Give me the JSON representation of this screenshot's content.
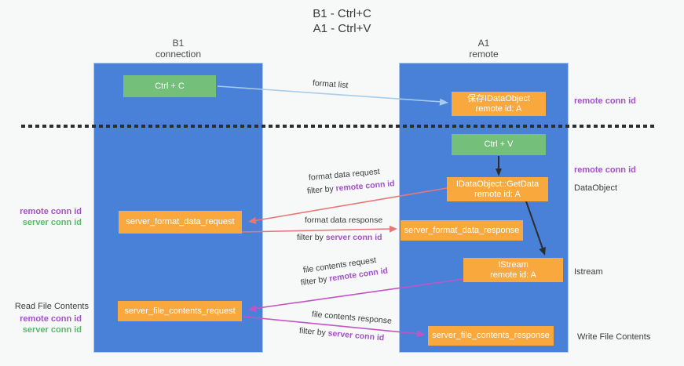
{
  "title": {
    "lines": [
      "B1 - Ctrl+C",
      "A1 - Ctrl+V"
    ]
  },
  "lanes": {
    "left": {
      "name": "B1",
      "role": "connection"
    },
    "right": {
      "name": "A1",
      "role": "remote"
    }
  },
  "nodes": {
    "ctrl_c": {
      "label": "Ctrl + C"
    },
    "ctrl_v": {
      "label": "Ctrl + V"
    },
    "save_dataobject": {
      "line1": "保存IDataObject",
      "line2": "remote id: A"
    },
    "getdata": {
      "line1": "IDataObject::GetData",
      "line2": "remote id: A"
    },
    "istream": {
      "line1": "IStream",
      "line2": "remote id: A"
    },
    "server_format_data_request": {
      "label": "server_format_data_request"
    },
    "server_format_data_response": {
      "label": "server_format_data_response"
    },
    "server_file_contents_request": {
      "label": "server_file_contents_request"
    },
    "server_file_contents_response": {
      "label": "server_file_contents_response"
    }
  },
  "edge_labels": {
    "format_list": "format list",
    "format_data_request": "format data request",
    "format_data_response": "format data response",
    "file_contents_request": "file contents request",
    "file_contents_response": "file contents response",
    "filter_by": "filter by",
    "remote_conn_id": "remote conn id",
    "server_conn_id": "server conn id"
  },
  "right_labels": {
    "remote_conn_id_top": "remote conn id",
    "remote_conn_id_mid": "remote conn id",
    "dataobject": "DataObject",
    "istream": "Istream",
    "write_file_contents": "Write File Contents"
  },
  "left_labels": {
    "remote_conn_id_1": "remote conn id",
    "server_conn_id_1": "server conn id",
    "read_file_contents": "Read File Contents",
    "remote_conn_id_2": "remote conn id",
    "server_conn_id_2": "server conn id"
  },
  "colors": {
    "lane_blue": "#4a81d8",
    "node_green": "#74bf79",
    "node_orange": "#f9a83e",
    "arrow_light_blue": "#a5cdec",
    "arrow_red": "#e87878",
    "arrow_magenta": "#c553c4",
    "arrow_black": "#2d2d2d",
    "text_purple": "#a251c6",
    "text_green": "#58b96b",
    "text_dark": "#3a3a3a"
  }
}
